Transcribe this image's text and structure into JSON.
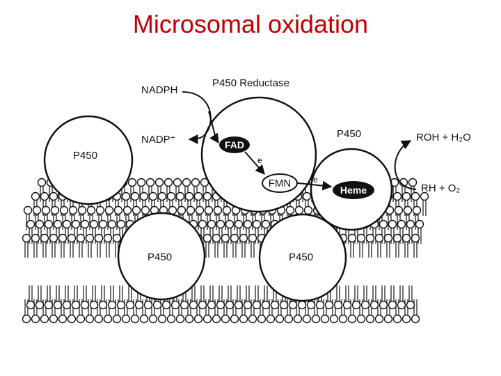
{
  "title": "Microsomal oxidation",
  "labels": {
    "nadph": "NADPH",
    "nadp": "NADP⁺",
    "reductase": "P450  Reductase",
    "fad": "FAD",
    "fmn": "FMN",
    "heme": "Heme",
    "electron_1": "e",
    "electron_2": "e",
    "p450_top_right": "P450",
    "p450_left": "P450",
    "p450_bottom_left": "P450",
    "p450_bottom_right": "P450",
    "product": "ROH  +  H₂O",
    "substrate": "RH  +  O₂"
  }
}
